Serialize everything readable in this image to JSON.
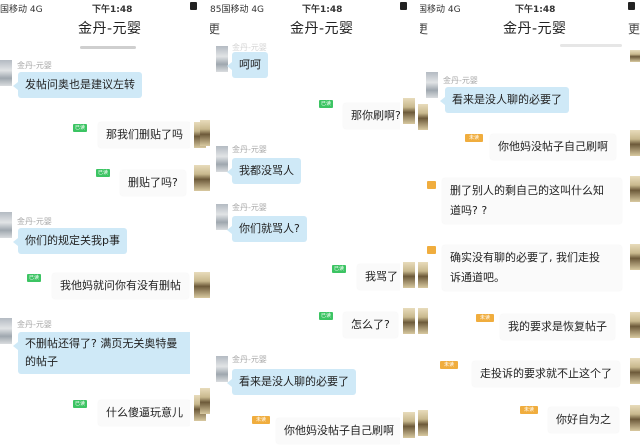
{
  "common": {
    "chat_title": "金丹-元婴",
    "sender_name": "金丹-元婴",
    "status_time": "下午1:48",
    "carrier": "国移动  4G",
    "battery": "85",
    "battery_carrier_edge": "85国移动  4G",
    "back_edge_glyph": "更",
    "read_label": "已读",
    "unread_label": "未读",
    "colors": {
      "incoming_bubble": "#cfe9f7",
      "outgoing_bubble": "#fafafa",
      "read_badge": "#3cc463",
      "unread_badge": "#f0ad3e"
    }
  },
  "panels": [
    {
      "messages": [
        {
          "dir": "in",
          "sender": "金丹-元婴",
          "text": "发帖问奥也是建议左转"
        },
        {
          "dir": "out",
          "status": "已读",
          "text": "那我们删贴了吗"
        },
        {
          "dir": "out",
          "status": "已读",
          "text": "删贴了吗?"
        },
        {
          "dir": "in",
          "sender": "金丹-元婴",
          "text": "你们的规定关我p事"
        },
        {
          "dir": "out",
          "status": "已读",
          "text": "我他妈就问你有没有删帖"
        },
        {
          "dir": "in",
          "sender": "金丹-元婴",
          "text_line1": "不删帖还得了? 满页无关奥特曼",
          "text_line2": "的帖子"
        },
        {
          "dir": "out",
          "status": "已读",
          "text": "什么傻逼玩意儿"
        }
      ]
    },
    {
      "messages": [
        {
          "dir": "in",
          "sender": "金丹-元婴",
          "text": "呵呵"
        },
        {
          "dir": "out",
          "status": "已读",
          "text": "那你刷啊?"
        },
        {
          "dir": "in",
          "sender": "金丹-元婴",
          "text": "我都没骂人"
        },
        {
          "dir": "in",
          "sender": "金丹-元婴",
          "text": "你们就骂人?"
        },
        {
          "dir": "out",
          "status": "已读",
          "text": "我骂了"
        },
        {
          "dir": "out",
          "status": "已读",
          "text": "怎么了?"
        },
        {
          "dir": "in",
          "sender": "金丹-元婴",
          "text": "看来是没人聊的必要了"
        },
        {
          "dir": "out",
          "status": "未读",
          "text": "你他妈没帖子自己刷啊"
        }
      ]
    },
    {
      "messages": [
        {
          "dir": "in",
          "sender": "金丹-元婴",
          "text": "看来是没人聊的必要了"
        },
        {
          "dir": "out",
          "status": "未读",
          "text": "你他妈没帖子自己刷啊"
        },
        {
          "dir": "out",
          "status": "未读",
          "text_line1": "删了别人的剩自己的这叫什么知",
          "text_line2": "道吗? ?"
        },
        {
          "dir": "out",
          "status": "未读",
          "text_line1": "确实没有聊的必要了, 我们走投",
          "text_line2": "诉通道吧。"
        },
        {
          "dir": "out",
          "status": "未读",
          "text": "我的要求是恢复帖子"
        },
        {
          "dir": "out",
          "status": "未读",
          "text": "走投诉的要求就不止这个了"
        },
        {
          "dir": "out",
          "status": "未读",
          "text": "你好自为之"
        }
      ]
    }
  ]
}
